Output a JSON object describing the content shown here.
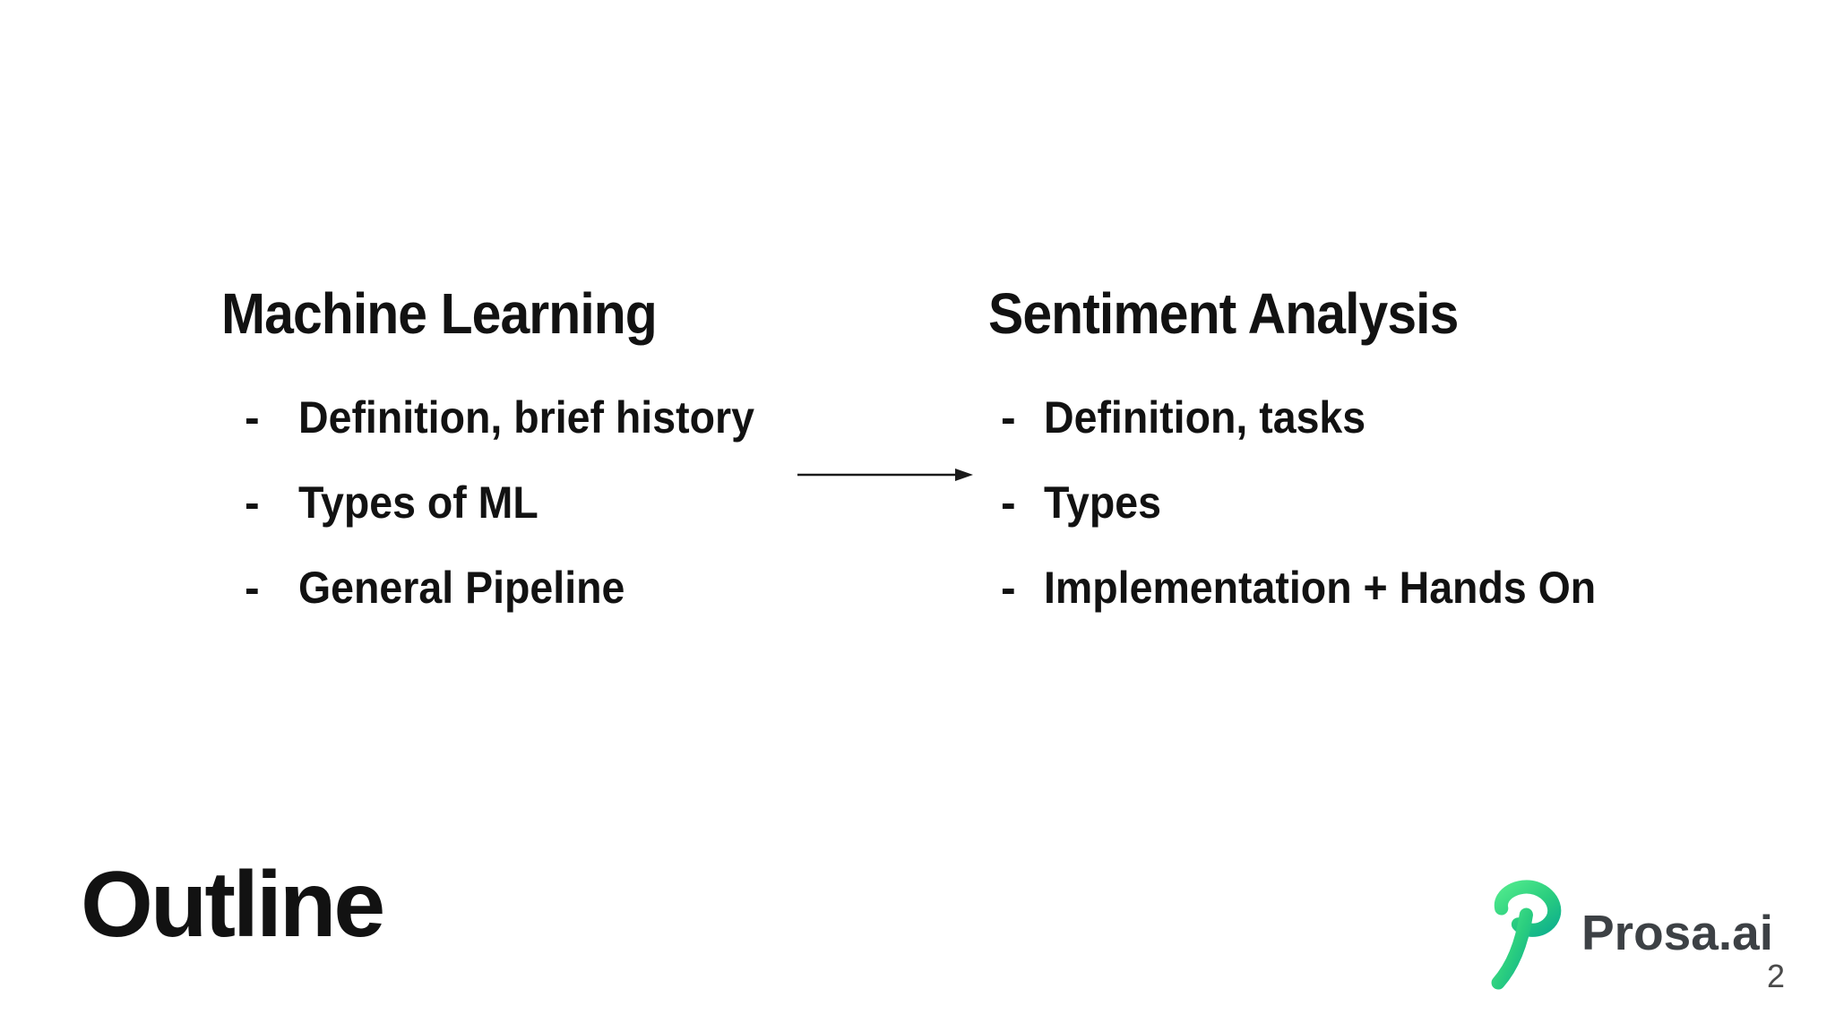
{
  "slide": {
    "bullet_marker": "-",
    "columns": [
      {
        "heading": "Machine Learning",
        "bullets": [
          "Definition, brief history",
          "Types of ML",
          "General Pipeline"
        ]
      },
      {
        "heading": "Sentiment Analysis",
        "bullets": [
          "Definition, tasks",
          "Types",
          "Implementation + Hands On"
        ]
      }
    ],
    "footer_title": "Outline",
    "brand": {
      "name": "Prosa.ai"
    },
    "page_number": "2",
    "colors": {
      "text": "#121212",
      "brand_text": "#3d4145",
      "page_number": "#4a4a4a",
      "logo_green_light": "#4fe98c",
      "logo_green_dark": "#12b48b",
      "background": "#ffffff",
      "arrow": "#1a1a1a"
    }
  }
}
